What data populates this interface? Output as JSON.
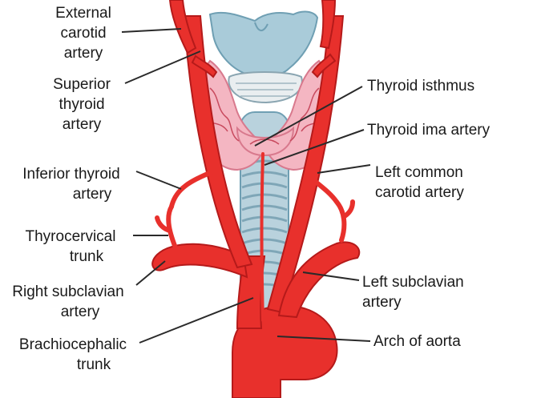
{
  "labels": {
    "external_carotid": [
      "External",
      "carotid",
      "artery"
    ],
    "superior_thyroid": [
      "Superior",
      "thyroid",
      "artery"
    ],
    "inferior_thyroid": [
      "Inferior thyroid",
      "artery"
    ],
    "thyrocervical": [
      "Thyrocervical",
      "trunk"
    ],
    "right_subclavian": [
      "Right subclavian",
      "artery"
    ],
    "brachiocephalic": [
      "Brachiocephalic",
      "trunk"
    ],
    "thyroid_isthmus": "Thyroid isthmus",
    "thyroid_ima": "Thyroid ima artery",
    "left_common_carotid": [
      "Left common",
      "carotid artery"
    ],
    "left_subclavian": [
      "Left subclavian",
      "artery"
    ],
    "arch_of_aorta": "Arch of aorta"
  },
  "colors": {
    "artery": "#e8302c",
    "artery_dark": "#b51a1a",
    "cartilage": "#a9cbd9",
    "cartilage_dark": "#6f9fb3",
    "thyroid": "#f4b6c2",
    "thyroid_dark": "#d8798d",
    "leader": "#2a2a2a"
  }
}
